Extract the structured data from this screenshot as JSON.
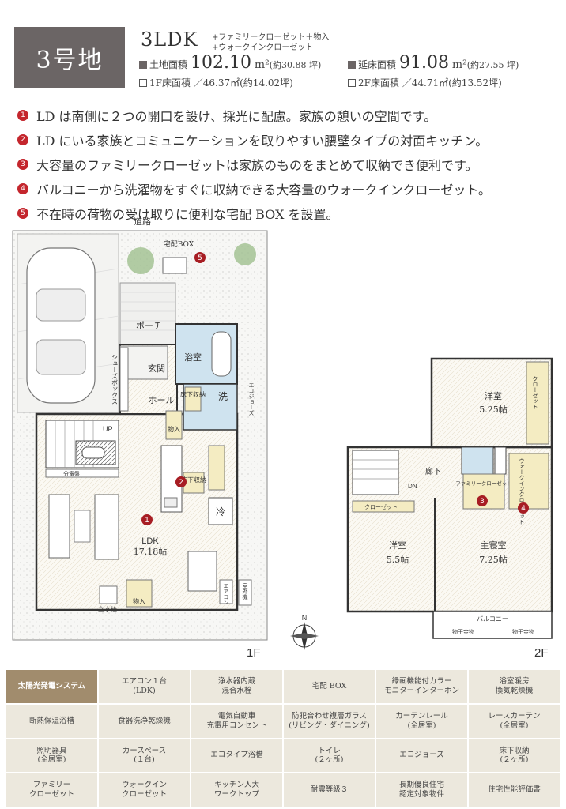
{
  "header": {
    "lot": "3号地",
    "plan_type": "3LDK",
    "plan_extra_1": "+ファミリークローゼット＋物入",
    "plan_extra_2": "+ウォークインクローゼット",
    "land_area_label": "土地面積",
    "land_area_value": "102.10",
    "land_area_unit": "m²",
    "land_area_tsubo": "(約30.88 坪)",
    "floor_area_label": "延床面積",
    "floor_area_value": "91.08",
    "floor_area_unit": "m²",
    "floor_area_tsubo": "(約27.55 坪)",
    "f1_area": "1F床面積 ／46.37㎡(約14.02坪)",
    "f2_area": "2F床面積 ／44.71㎡(約13.52坪)"
  },
  "features": [
    {
      "num": "1",
      "text": "LD は南側に２つの開口を設け、採光に配慮。家族の憩いの空間です。"
    },
    {
      "num": "2",
      "text": "LD にいる家族とコミュニケーションを取りやすい腰壁タイプの対面キッチン。"
    },
    {
      "num": "3",
      "text": "大容量のファミリークローゼットは家族のものをまとめて収納でき便利です。"
    },
    {
      "num": "4",
      "text": "バルコニーから洗濯物をすぐに収納できる大容量のウォークインクローゼット。"
    },
    {
      "num": "5",
      "text": "不在時の荷物の受け取りに便利な宅配 BOX を設置。"
    }
  ],
  "floor1": {
    "road": "道路",
    "delivery_box": "宅配BOX",
    "porch": "ポーチ",
    "bath": "浴室",
    "entrance": "玄関",
    "shoes_box": "シューズボックス",
    "hall": "ホール",
    "underfloor": "床下収納",
    "wash": "洗",
    "storage": "物入",
    "eco_jozu": "エコジョーズ",
    "up": "UP",
    "distribution_board": "分電盤",
    "fridge": "冷",
    "ldk": "LDK",
    "ldk_size": "17.18帖",
    "aircon": "エアコン",
    "outdoor_unit": "室外機",
    "faucet": "立水栓",
    "storage2": "物入",
    "label": "1F"
  },
  "floor2": {
    "western1": "洋室",
    "western1_size": "5.25帖",
    "closet": "クローゼット",
    "corridor": "廊下",
    "dn": "DN",
    "family_closet": "ファミリークローゼット",
    "walkin_closet": "ウォークインクローゼット",
    "closet2": "クローゼット",
    "western2": "洋室",
    "western2_size": "5.5帖",
    "master": "主寝室",
    "master_size": "7.25帖",
    "balcony": "バルコニー",
    "hanger": "物干金物",
    "label": "2F"
  },
  "compass": "N",
  "amenities": [
    "太陽光発電システム",
    "エアコン１台\n(LDK)",
    "浄水器内蔵\n混合水栓",
    "宅配 BOX",
    "録画機能付カラー\nモニターインターホン",
    "浴室暖房\n換気乾燥機",
    "断熱保温浴槽",
    "食器洗浄乾燥機",
    "電気自動車\n充電用コンセント",
    "防犯合わせ複層ガラス\n(リビング・ダイニング)",
    "カーテンレール\n(全居室)",
    "レースカーテン\n(全居室)",
    "照明器具\n(全居室)",
    "カースペース\n(１台)",
    "エコタイプ浴槽",
    "トイレ\n(２ヶ所)",
    "エコジョーズ",
    "床下収納\n(２ヶ所)",
    "ファミリー\nクローゼット",
    "ウォークイン\nクローゼット",
    "キッチン人大\nワークトップ",
    "耐震等級３",
    "長期優良住宅\n認定対象物件",
    "住宅性能評価書"
  ],
  "colors": {
    "badge": "#6b6565",
    "accent_red": "#c4262d",
    "grid_bg": "#ece8dd",
    "grid_first": "#a18c6d",
    "wet_area": "#cfe3ef",
    "storage_yellow": "#f4ecc2"
  }
}
